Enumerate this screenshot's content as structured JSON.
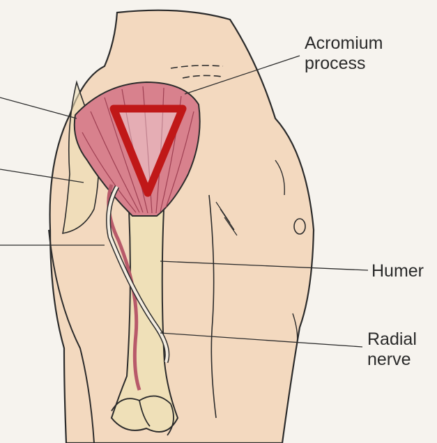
{
  "labels": {
    "acromium": [
      "Acromium",
      "process"
    ],
    "humerus": "Humer",
    "radial_nerve": [
      "Radial",
      "nerve"
    ]
  },
  "colors": {
    "background": "#f6f3ee",
    "skin": "#f3d9bf",
    "bone": "#efe0b8",
    "muscle": "#d8818d",
    "nerve": "#f4ede1",
    "outline": "#2b2b2b",
    "marker": "#c01818"
  },
  "icons": [
    "deltoid-triangle-marker"
  ]
}
